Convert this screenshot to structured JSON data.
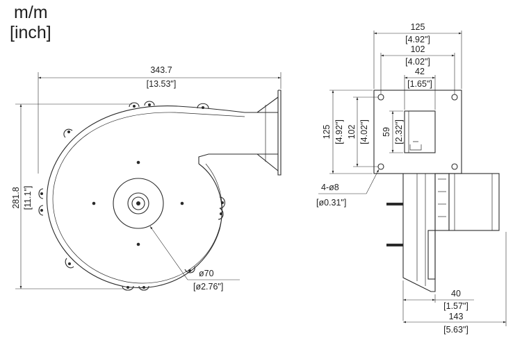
{
  "units": {
    "metric": "m/m",
    "imperial": "[inch]"
  },
  "front_view": {
    "overall_width": {
      "mm": "343.7",
      "inch": "[13.53\"]"
    },
    "overall_height": {
      "mm": "281.8",
      "inch": "[11.1\"]"
    },
    "inlet_diameter": {
      "mm": "ø70",
      "inch": "[ø2.76\"]"
    }
  },
  "flange_view": {
    "flange_width": {
      "mm": "125",
      "inch": "[4.92\"]"
    },
    "hole_spacing_horizontal": {
      "mm": "102",
      "inch": "[4.02\"]"
    },
    "outlet_width": {
      "mm": "42",
      "inch": "[1.65\"]"
    },
    "flange_height": {
      "mm": "125",
      "inch": "[4.92\"]"
    },
    "hole_spacing_vertical": {
      "mm": "102",
      "inch": "[4.02\"]"
    },
    "outlet_height": {
      "mm": "59",
      "inch": "[2.32\"]"
    },
    "mounting_holes": {
      "mm": "4-ø8",
      "inch": "[ø0.31\"]"
    },
    "motor_depth": {
      "mm": "40",
      "inch": "[1.57\"]"
    },
    "overall_depth": {
      "mm": "143",
      "inch": "[5.63\"]"
    }
  }
}
